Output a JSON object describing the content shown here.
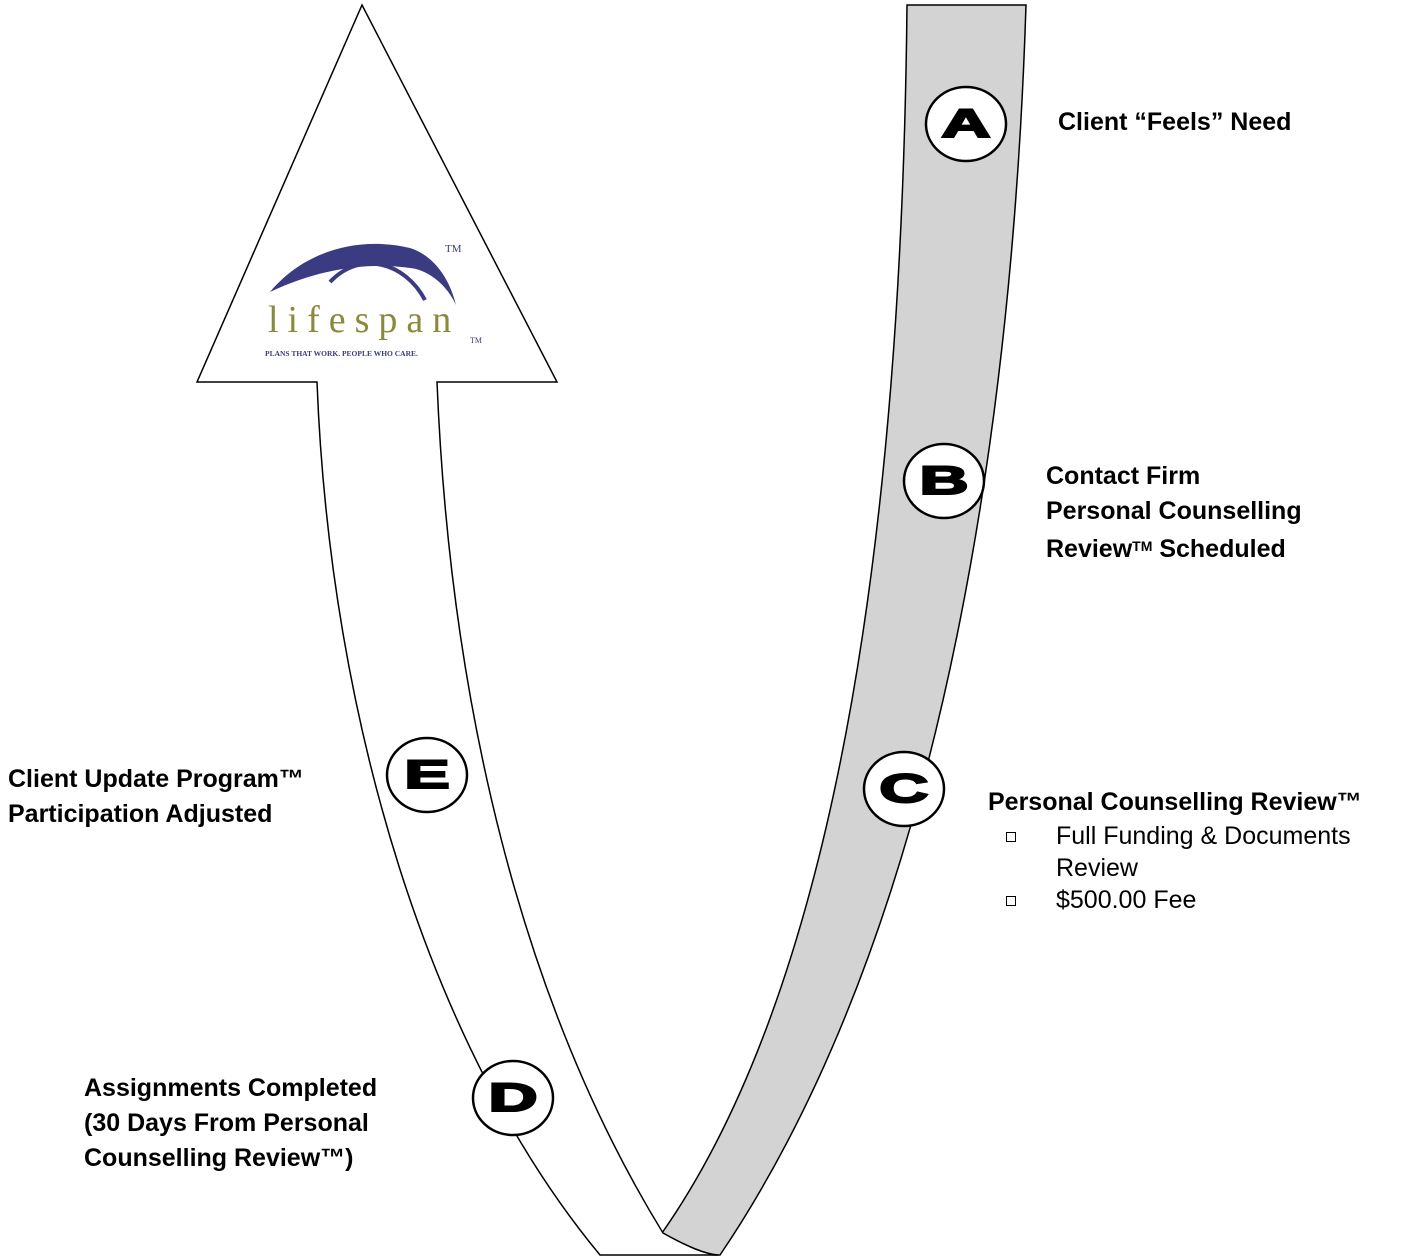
{
  "logo": {
    "wordmark": "lifespan",
    "tagline": "PLANS THAT WORK. PEOPLE WHO CARE.",
    "tm_mark_top": "TM",
    "tm_mark_bottom": "TM",
    "arc_color": "#3b3b82",
    "text_color": "#8a8a3c"
  },
  "colors": {
    "returning_band": "#d3d3d3",
    "arrow_fill": "#ffffff",
    "outline": "#000000"
  },
  "steps": [
    {
      "letter": "A",
      "lines": [
        "Client “Feels” Need"
      ]
    },
    {
      "letter": "B",
      "lines": [
        "Contact Firm",
        "Personal Counselling",
        "Review"
      ],
      "line3_tm": "TM",
      "line3_suffix": " Scheduled"
    },
    {
      "letter": "C",
      "heading": "Personal Counselling Review™",
      "bullets": [
        [
          "Full Funding & Documents",
          "Review"
        ],
        [
          "$500.00 Fee"
        ]
      ]
    },
    {
      "letter": "D",
      "lines": [
        "Assignments Completed",
        "(30 Days From Personal",
        "Counselling Review™)"
      ]
    },
    {
      "letter": "E",
      "lines": [
        "Client Update Program™",
        "Participation Adjusted"
      ]
    }
  ]
}
